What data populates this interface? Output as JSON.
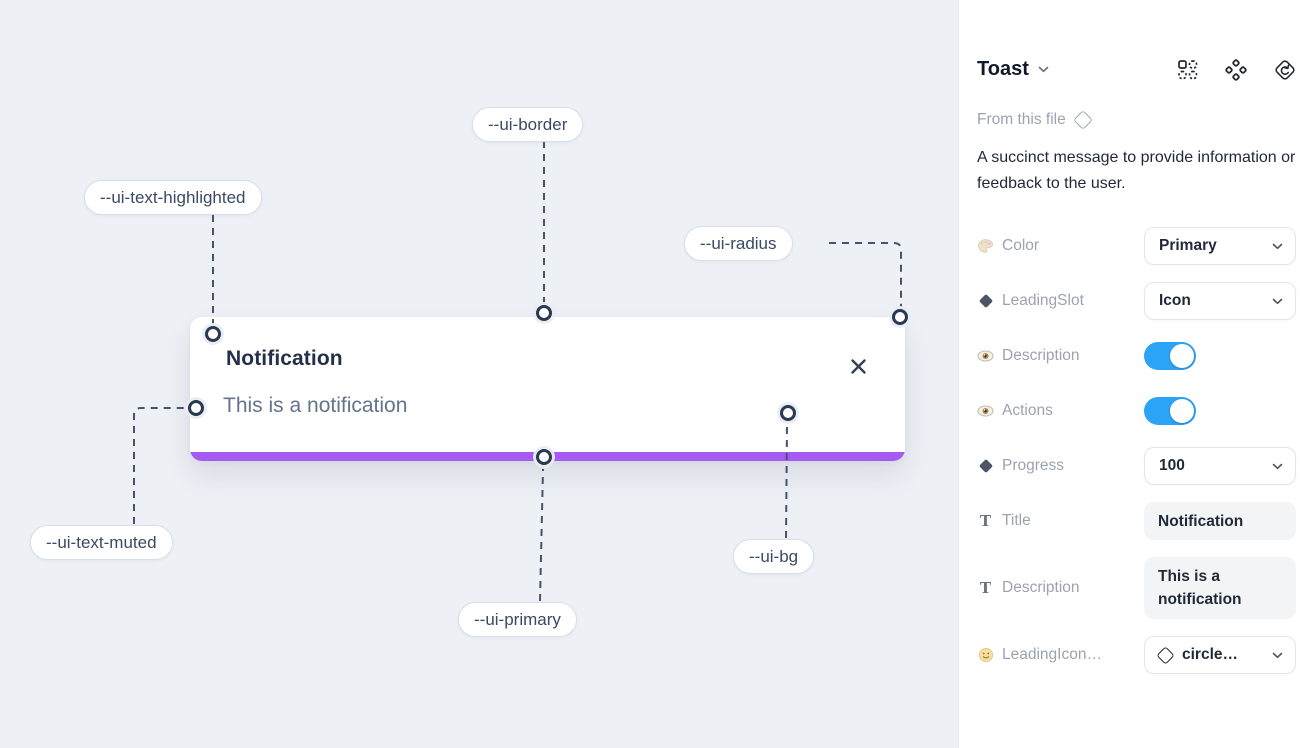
{
  "colors": {
    "primary": "#a55bf2",
    "toggle_on": "#2ba3f7"
  },
  "canvas": {
    "toast": {
      "title": "Notification",
      "description": "This is a notification"
    },
    "labels": {
      "border": "--ui-border",
      "text_highlighted": "--ui-text-highlighted",
      "radius": "--ui-radius",
      "text_muted": "--ui-text-muted",
      "primary": "--ui-primary",
      "bg": "--ui-bg"
    }
  },
  "panel": {
    "title": "Toast",
    "source": "From this file",
    "description": "A succinct message to provide information or feedback to the user.",
    "properties": [
      {
        "icon": "palette-icon",
        "label": "Color",
        "control": "select",
        "value": "Primary"
      },
      {
        "icon": "diamond-icon",
        "label": "LeadingSlot",
        "control": "select",
        "value": "Icon"
      },
      {
        "icon": "eye-icon",
        "label": "Description",
        "control": "toggle",
        "value": true
      },
      {
        "icon": "eye-icon",
        "label": "Actions",
        "control": "toggle",
        "value": true
      },
      {
        "icon": "diamond-icon",
        "label": "Progress",
        "control": "select",
        "value": "100"
      },
      {
        "icon": "text-icon",
        "label": "Title",
        "control": "text",
        "value": "Notification"
      },
      {
        "icon": "text-icon",
        "label": "Description",
        "control": "text",
        "value": "This is a notification"
      },
      {
        "icon": "smiley-icon",
        "label": "LeadingIcon…",
        "control": "icon-select",
        "value": "circle…"
      }
    ]
  }
}
